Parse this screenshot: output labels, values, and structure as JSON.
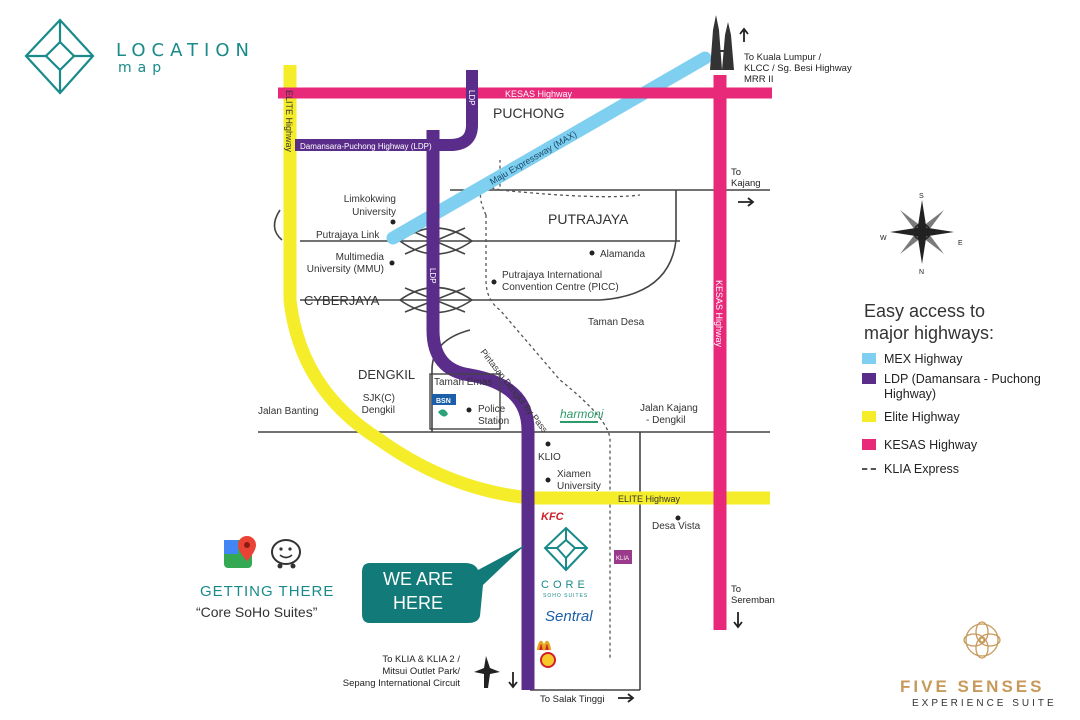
{
  "header": {
    "title": "LOCATION",
    "subtitle": "map"
  },
  "roads": {
    "kesas_top": "KESAS Highway",
    "kesas_vertical": "KESAS Highway",
    "elite_vertical": "ELITE Highway",
    "elite_horizontal": "ELITE Highway",
    "ldp_top": "LDP",
    "ldp_mid": "LDP",
    "ldp_full": "Damansara-Puchong Highway (LDP)",
    "mex": "Maju Expressway (MAX)",
    "bypass": "Pintasan Dengkil By Pass"
  },
  "places": {
    "puchong": "PUCHONG",
    "putrajaya": "PUTRAJAYA",
    "cyberjaya": "CYBERJAYA",
    "dengkil": "DENGKIL",
    "limkokwing": [
      "Limkokwing",
      "University"
    ],
    "putrajaya_link": "Putrajaya Link",
    "mmu": [
      "Multimedia",
      "University (MMU)"
    ],
    "alamanda": "Alamanda",
    "picc": [
      "Putrajaya International",
      "Convention Centre (PICC)"
    ],
    "taman_desa": "Taman Desa",
    "taman_emas": "Taman Emas",
    "sjkc": [
      "SJK(C)",
      "Dengkil"
    ],
    "police": [
      "Police",
      "Station"
    ],
    "jalan_banting": "Jalan Banting",
    "jalan_kajang": [
      "Jalan Kajang",
      "- Dengkil"
    ],
    "klio": "KLIO",
    "xiamen": [
      "Xiamen",
      "University"
    ],
    "desa_vista": "Desa Vista",
    "harmoni": "harmoni",
    "bsn": "BSN",
    "kfc": "KFC",
    "sentral": "Sentral",
    "klia_small": "KLIA"
  },
  "directions": {
    "kl": [
      "To Kuala Lumpur /",
      "KLCC / Sg. Besi Highway",
      "MRR II"
    ],
    "kajang": [
      "To",
      "Kajang"
    ],
    "seremban": [
      "To",
      "Seremban"
    ],
    "klia": [
      "To KLIA & KLIA 2 /",
      "Mitsui Outlet Park/",
      "Sepang International Circuit"
    ],
    "salak": "To Salak Tinggi"
  },
  "callout": {
    "line1": "WE ARE",
    "line2": "HERE",
    "core_name": "CORE",
    "core_sub": "SOHO SUITES"
  },
  "compass": {
    "n": "N",
    "s": "S",
    "e": "E",
    "w": "W"
  },
  "legend": {
    "title": [
      "Easy access to",
      "major highways:"
    ],
    "items": [
      {
        "label": "MEX Highway",
        "color": "#7ecff0"
      },
      {
        "label": "LDP (Damansara - Puchong Highway)",
        "color": "#5b2d8a"
      },
      {
        "label": "Elite Highway",
        "color": "#f5ec2a"
      },
      {
        "label": "KESAS Highway",
        "color": "#e8297a"
      },
      {
        "label": "KLIA Express",
        "color": "#555555"
      }
    ]
  },
  "getting_there": {
    "title": "GETTING THERE",
    "subtitle": "“Core SoHo Suites”"
  },
  "brand": {
    "name": "FIVE SENSES",
    "tagline": "EXPERIENCE SUITE"
  },
  "colors": {
    "teal": "#1a8a8a",
    "kesas": "#e8297a",
    "ldp": "#5b2d8a",
    "elite": "#f5ec2a",
    "mex": "#7ecff0",
    "road": "#444444",
    "gold": "#c79a5c"
  }
}
